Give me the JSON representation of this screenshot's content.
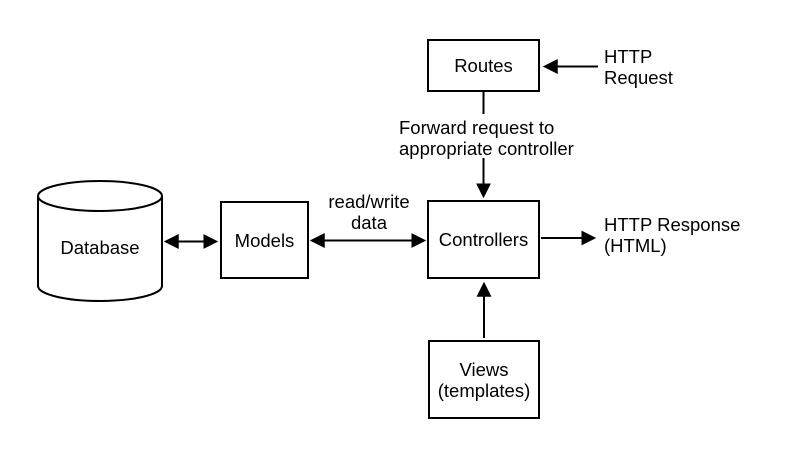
{
  "canvas": {
    "background_color": "#ffffff",
    "line_color": "#000000",
    "box_fill_color": "#ffffff",
    "text_color": "#000000"
  },
  "nodes": {
    "routes": {
      "label": "Routes"
    },
    "controllers": {
      "label": "Controllers"
    },
    "models": {
      "label": "Models"
    },
    "database": {
      "label": "Database"
    },
    "views": {
      "line1": "Views",
      "line2": "(templates)"
    }
  },
  "edge_labels": {
    "http_request": {
      "line1": "HTTP",
      "line2": "Request"
    },
    "forward_request": {
      "line1": "Forward request to",
      "line2": "appropriate controller"
    },
    "read_write": {
      "line1": "read/write",
      "line2": "data"
    },
    "http_response": {
      "line1": "HTTP Response",
      "line2": "(HTML)"
    }
  },
  "edges": [
    {
      "name": "http-request-to-routes",
      "from": "http-request-label",
      "to": "routes",
      "arrows": "end"
    },
    {
      "name": "routes-to-controllers",
      "from": "routes",
      "to": "controllers",
      "arrows": "end"
    },
    {
      "name": "database-models",
      "from": "database",
      "to": "models",
      "arrows": "both"
    },
    {
      "name": "models-controllers",
      "from": "models",
      "to": "controllers",
      "arrows": "both"
    },
    {
      "name": "controllers-to-response",
      "from": "controllers",
      "to": "http-response-label",
      "arrows": "end"
    },
    {
      "name": "views-to-controllers",
      "from": "views",
      "to": "controllers",
      "arrows": "end"
    }
  ]
}
